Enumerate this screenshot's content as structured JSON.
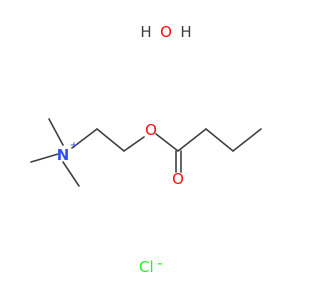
{
  "molecule": {
    "water": {
      "h1": "H",
      "o": "O",
      "h2": "H"
    },
    "ammonium": {
      "n": "N",
      "charge": "+"
    },
    "ester": {
      "o_ether": "O",
      "o_carbonyl": "O"
    },
    "counterion": {
      "cl": "Cl",
      "charge": "-"
    }
  },
  "colors": {
    "bond": "#3f3f3f",
    "oxygen": "#ff0d0d",
    "nitrogen": "#3050f8",
    "chlorine": "#1ff01f",
    "hydrogen": "#3f3f3f"
  }
}
